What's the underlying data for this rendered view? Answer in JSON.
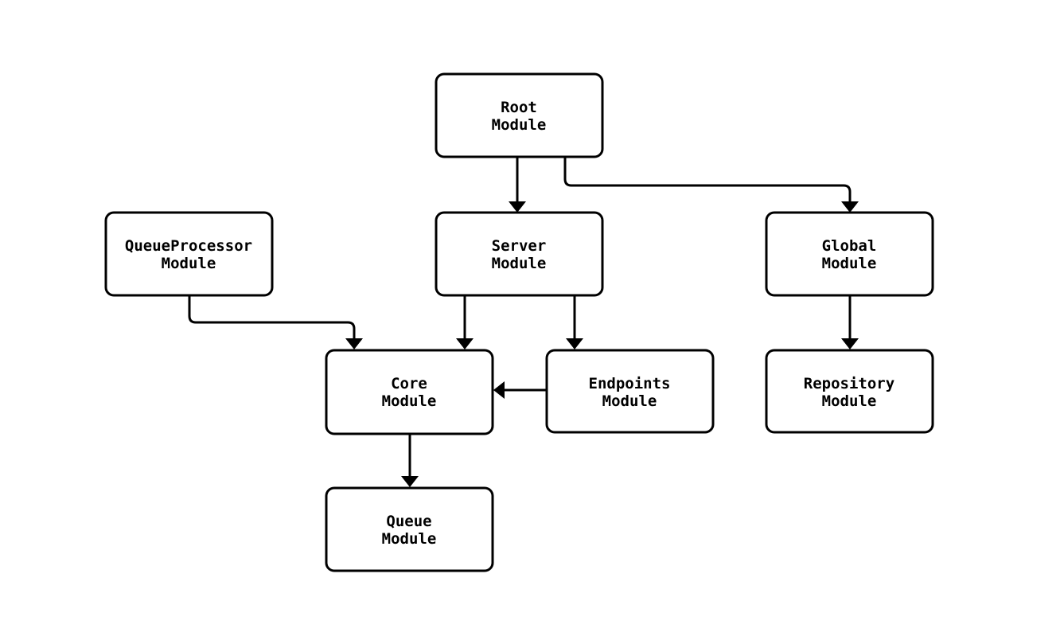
{
  "diagram": {
    "background_color": "#ffffff",
    "node_fill_color": "#ffffff",
    "line_color": "#000000",
    "text_color": "#000000",
    "nodes": {
      "root": {
        "line1": "Root",
        "line2": "Module"
      },
      "queue_processor": {
        "line1": "QueueProcessor",
        "line2": "Module"
      },
      "server": {
        "line1": "Server",
        "line2": "Module"
      },
      "global": {
        "line1": "Global",
        "line2": "Module"
      },
      "core": {
        "line1": "Core",
        "line2": "Module"
      },
      "endpoints": {
        "line1": "Endpoints",
        "line2": "Module"
      },
      "repository": {
        "line1": "Repository",
        "line2": "Module"
      },
      "queue": {
        "line1": "Queue",
        "line2": "Module"
      }
    },
    "edges": [
      {
        "from": "Root Module",
        "to": "Server Module"
      },
      {
        "from": "Root Module",
        "to": "Global Module"
      },
      {
        "from": "QueueProcessor Module",
        "to": "Core Module"
      },
      {
        "from": "Server Module",
        "to": "Core Module"
      },
      {
        "from": "Server Module",
        "to": "Endpoints Module"
      },
      {
        "from": "Endpoints Module",
        "to": "Core Module"
      },
      {
        "from": "Global Module",
        "to": "Repository Module"
      },
      {
        "from": "Core Module",
        "to": "Queue Module"
      }
    ]
  }
}
